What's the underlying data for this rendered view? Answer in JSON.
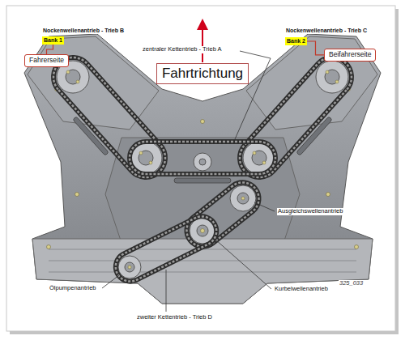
{
  "diagram": {
    "nodes": [
      {
        "text": [
          "Bank 1"
        ]
      },
      {
        "text": [
          "Bank 2"
        ]
      },
      {
        "text": [
          "Beifahrerseite"
        ]
      },
      {
        "text": [
          "Fahrerseite"
        ]
      },
      {
        "text": [
          "Fahrtrichtung"
        ]
      }
    ],
    "edges": [
      {
        "from": 0,
        "to": 3,
        "arrow": "none"
      },
      {
        "from": 1,
        "to": 2,
        "arrow": "none"
      }
    ],
    "labels": [
      "Nockenwellenantrieb - Trieb B",
      "Nockenwellenantrieb - Trieb C",
      "zentraler Kettentrieb - Trieb A",
      "Ausgleichswellenantrieb",
      "325_033",
      "Ölpumpenantrieb",
      "Kurbelwellenantrieb",
      "zweiter Kettentrieb - Trieb D"
    ]
  }
}
